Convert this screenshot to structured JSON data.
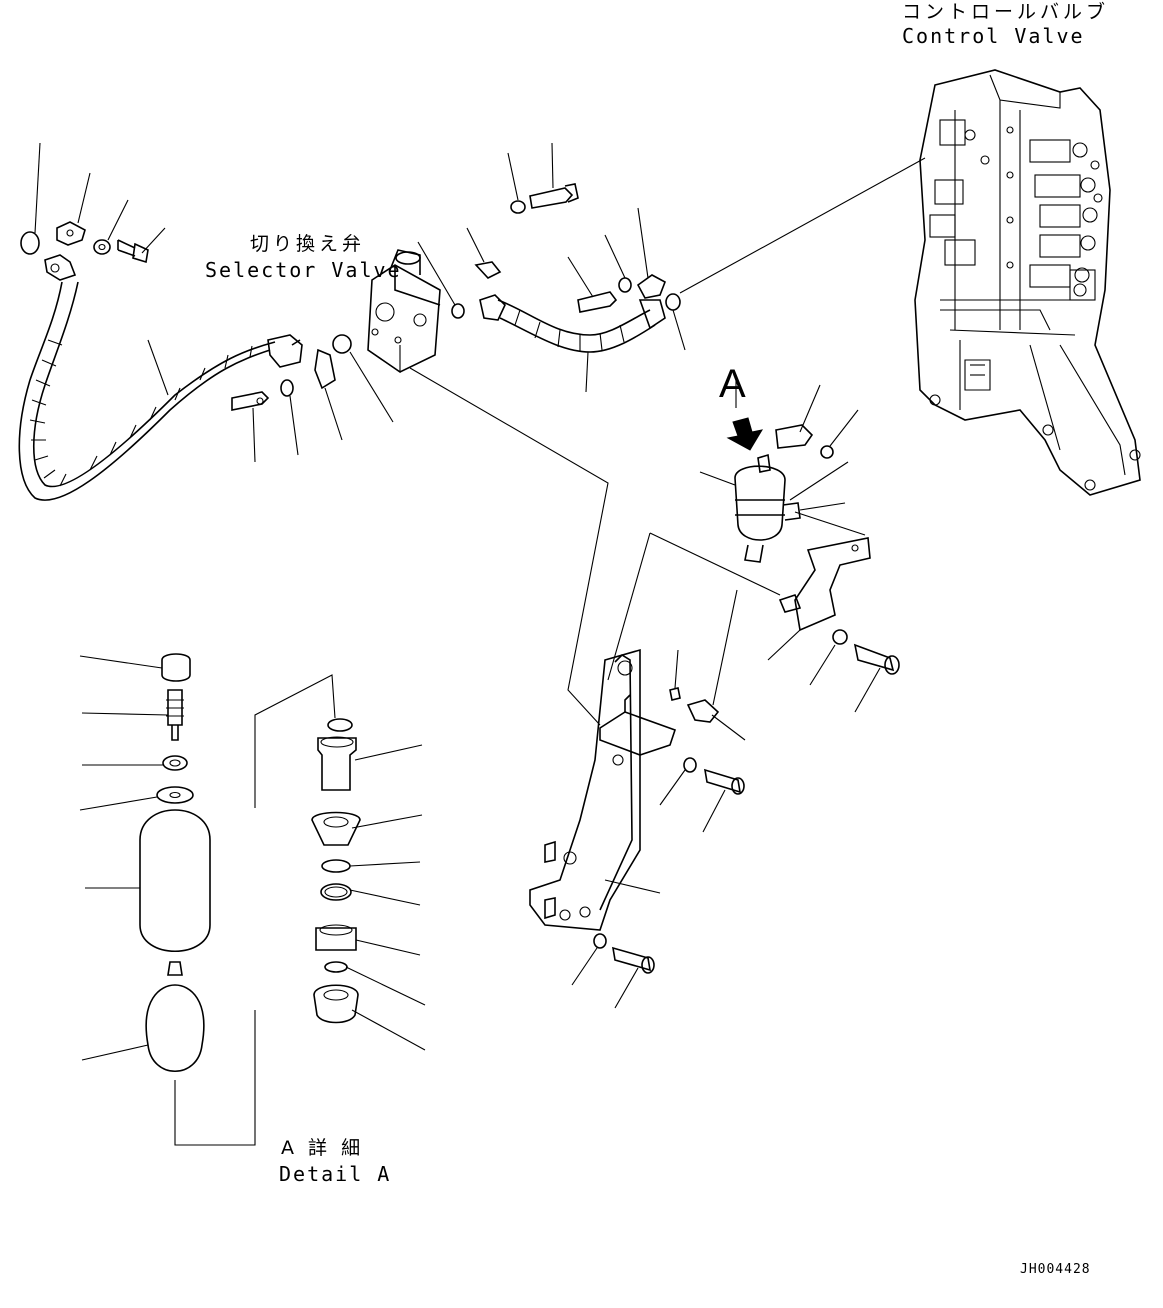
{
  "labels": {
    "control_valve_jp": "コントロールバルブ",
    "control_valve_en": "Control Valve",
    "selector_valve_jp": "切り換え弁",
    "selector_valve_en": "Selector Valve",
    "view_arrow": "A",
    "detail_jp": "A 詳 細",
    "detail_en": "Detail A",
    "drawing_code": "JH004428"
  }
}
